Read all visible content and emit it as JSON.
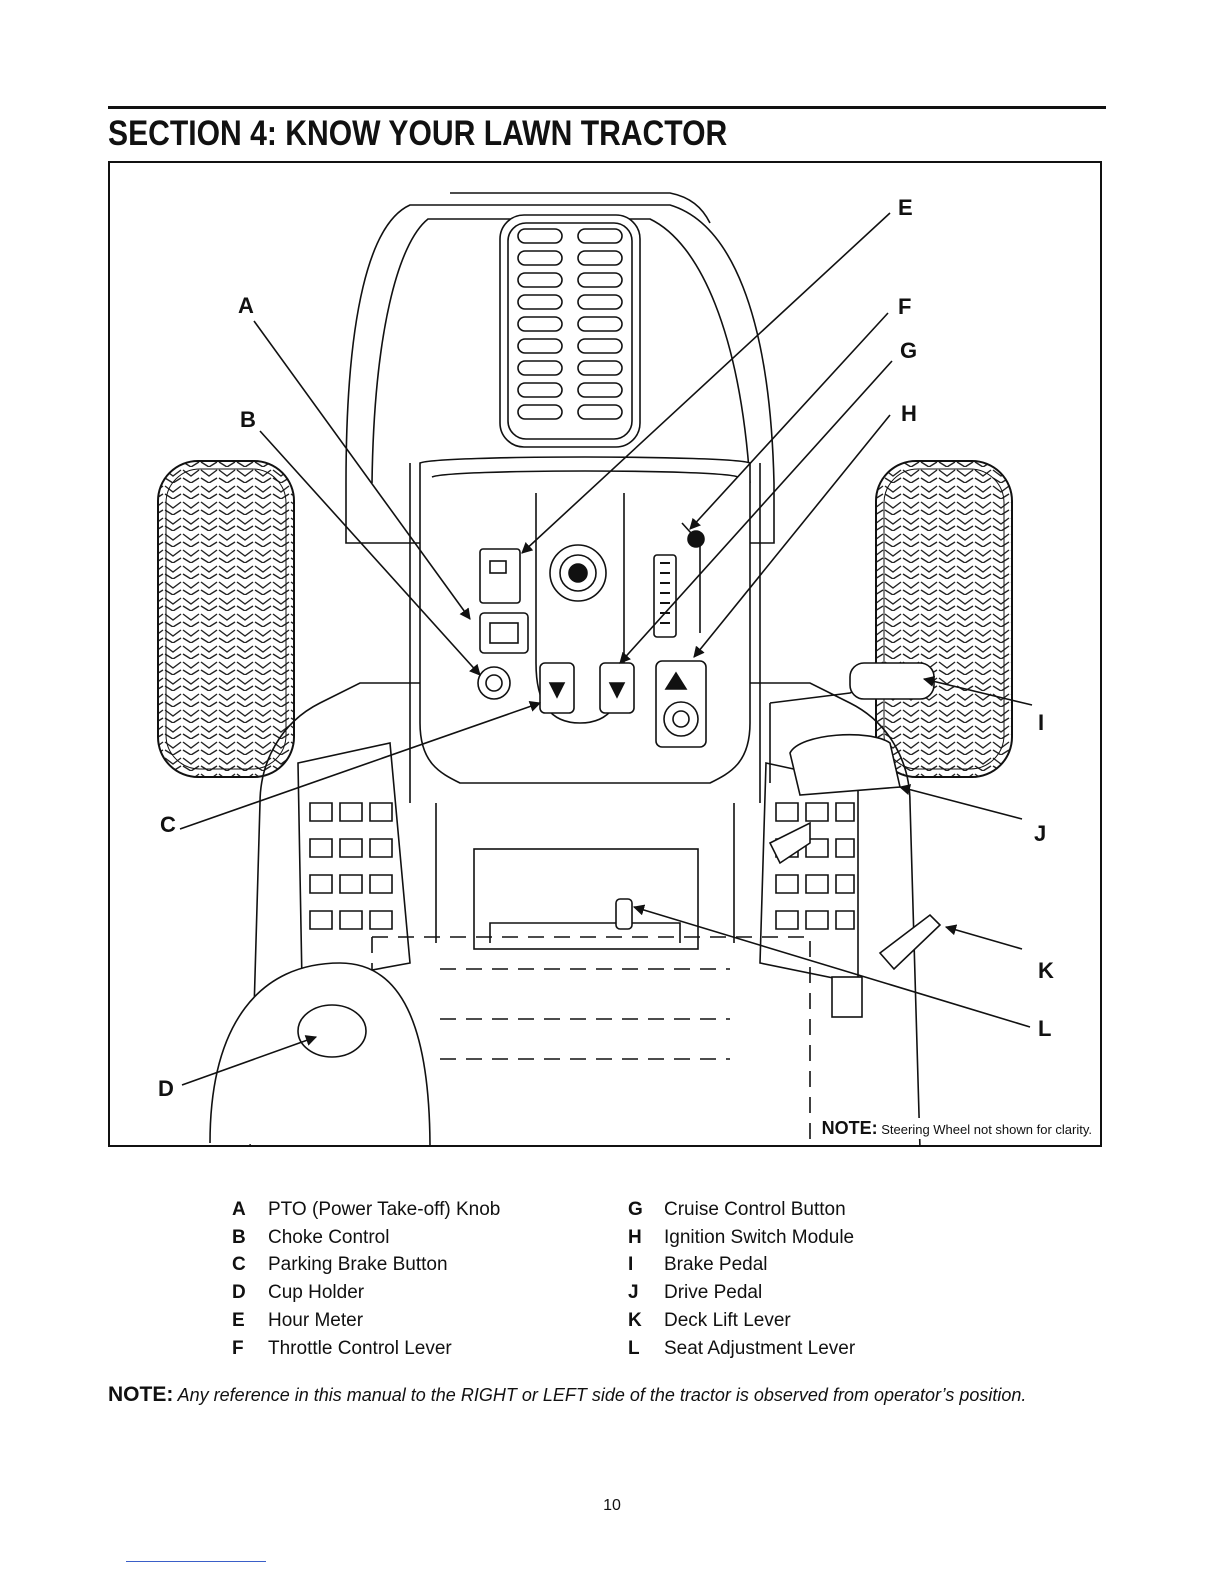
{
  "header": {
    "title": "SECTION 4:  KNOW YOUR LAWN TRACTOR"
  },
  "figure": {
    "callouts": [
      "A",
      "B",
      "C",
      "D",
      "E",
      "F",
      "G",
      "H",
      "I",
      "J",
      "K",
      "L"
    ],
    "note_lead": "NOTE:",
    "note_text": " Steering Wheel not shown for clarity."
  },
  "legend": {
    "left": [
      {
        "letter": "A",
        "text": "PTO (Power Take-off) Knob"
      },
      {
        "letter": "B",
        "text": "Choke Control"
      },
      {
        "letter": "C",
        "text": "Parking Brake Button"
      },
      {
        "letter": "D",
        "text": "Cup Holder"
      },
      {
        "letter": "E",
        "text": "Hour Meter"
      },
      {
        "letter": "F",
        "text": "Throttle Control Lever"
      }
    ],
    "right": [
      {
        "letter": "G",
        "text": "Cruise Control Button"
      },
      {
        "letter": "H",
        "text": "Ignition Switch Module"
      },
      {
        "letter": "I",
        "text": "Brake Pedal"
      },
      {
        "letter": "J",
        "text": "Drive Pedal"
      },
      {
        "letter": "K",
        "text": "Deck Lift Lever"
      },
      {
        "letter": "L",
        "text": "Seat Adjustment Lever"
      }
    ]
  },
  "page_note": {
    "lead": "NOTE:",
    "text": " Any reference in this manual to the RIGHT or LEFT side of the tractor is observed from operator’s position."
  },
  "page_number": "10"
}
